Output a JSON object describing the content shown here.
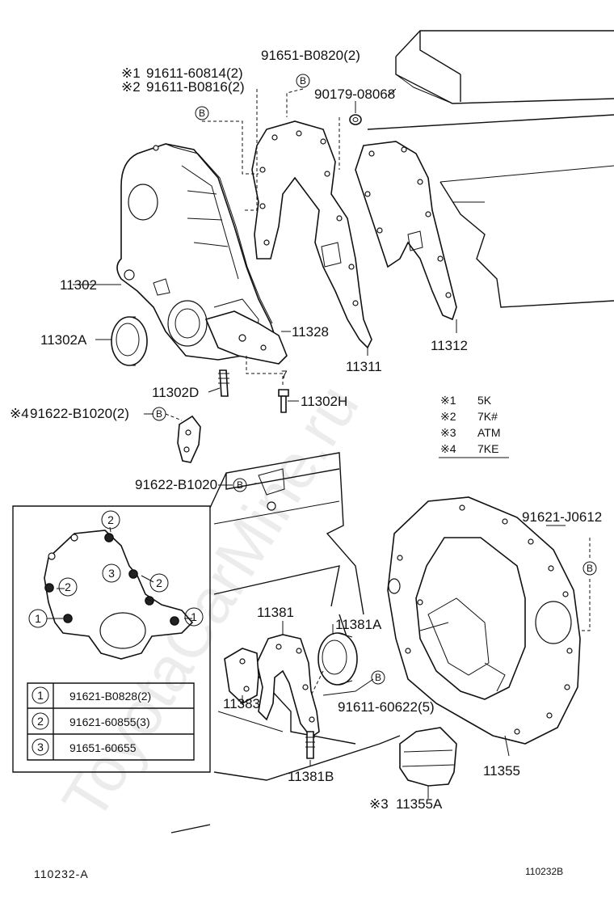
{
  "watermark": "ToyotaCarMine.ru",
  "labels": {
    "p91651_B0820": "91651-B0820(2)",
    "p91611_60814": "91611-60814(2)",
    "p91611_B0816": "91611-B0816(2)",
    "p90179_08068": "90179-08068",
    "p11302": "11302",
    "p11302A": "11302A",
    "p11328": "11328",
    "p11311": "11311",
    "p11312": "11312",
    "p11302D": "11302D",
    "p11302H": "11302H",
    "p91622_B1020_2": "91622-B1020(2)",
    "p91622_B1020": "91622-B1020",
    "p91621_J0612": "91621-J0612",
    "p11381": "11381",
    "p11381A": "11381A",
    "p11383": "11383",
    "p91611_60622": "91611-60622(5)",
    "p11381B": "11381B",
    "p11355": "11355",
    "p11355A": "11355A",
    "footer_left": "110232-A",
    "footer_right": "110232B"
  },
  "markers": {
    "note1": "※1",
    "note2": "※2",
    "note3": "※3",
    "note4": "※4",
    "ref_b": "B",
    "seven": "7"
  },
  "legend_notes": [
    {
      "mark": "※1",
      "text": "5K"
    },
    {
      "mark": "※2",
      "text": "7K#"
    },
    {
      "mark": "※3",
      "text": "ATM"
    },
    {
      "mark": "※4",
      "text": "7KE"
    }
  ],
  "bolt_table": [
    {
      "num": "1",
      "part": "91621-B0828(2)"
    },
    {
      "num": "2",
      "part": "91621-60855(3)"
    },
    {
      "num": "3",
      "part": "91651-60655"
    }
  ]
}
